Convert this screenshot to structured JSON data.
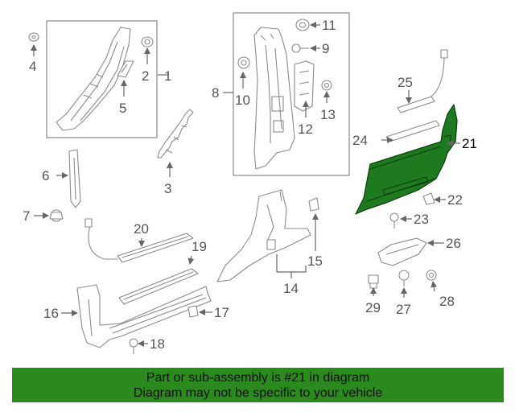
{
  "callouts": {
    "c1": "1",
    "c2": "2",
    "c3": "3",
    "c4": "4",
    "c5": "5",
    "c6": "6",
    "c7": "7",
    "c8": "8",
    "c9": "9",
    "c10": "10",
    "c11": "11",
    "c12": "12",
    "c13": "13",
    "c14": "14",
    "c15": "15",
    "c16": "16",
    "c17": "17",
    "c18": "18",
    "c19": "19",
    "c20": "20",
    "c21": "21",
    "c22": "22",
    "c23": "23",
    "c24": "24",
    "c25": "25",
    "c26": "26",
    "c27": "27",
    "c28": "28",
    "c29": "29"
  },
  "highlighted_part": "21",
  "banner": {
    "line1": "Part or sub-assembly is #21 in diagram",
    "line2": "Diagram may not be specific to your vehicle"
  },
  "colors": {
    "highlight": "#1e7a1e",
    "banner": "#2a8a1e"
  }
}
